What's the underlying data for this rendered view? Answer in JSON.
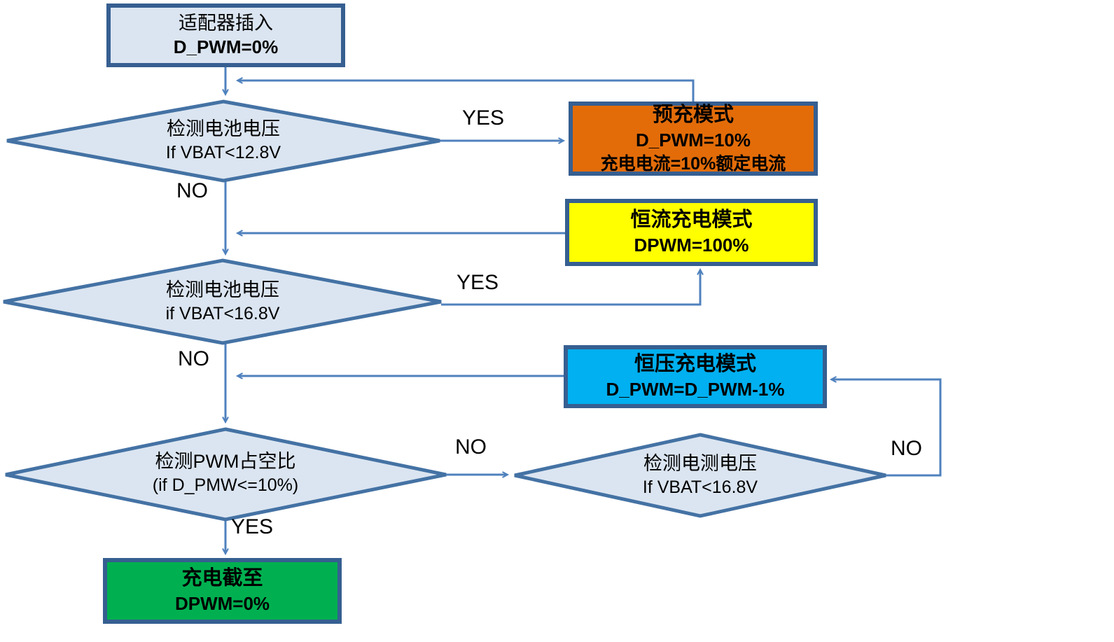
{
  "diagram": {
    "type": "flowchart",
    "nodes": {
      "start": {
        "line1": "适配器插入",
        "line2": "D_PWM=0%"
      },
      "check_12v8": {
        "line1": "检测电池电压",
        "line2": "If VBAT<12.8V"
      },
      "precharge": {
        "line1": "预充模式",
        "line2": "D_PWM=10%",
        "line3": "充电电流=10%额定电流"
      },
      "cc_mode": {
        "line1": "恒流充电模式",
        "line2": "DPWM=100%"
      },
      "check_16v8": {
        "line1": "检测电池电压",
        "line2": "if VBAT<16.8V"
      },
      "cv_mode": {
        "line1": "恒压充电模式",
        "line2": "D_PWM=D_PWM-1%"
      },
      "check_duty": {
        "line1": "检测PWM占空比",
        "line2": "(if D_PMW<=10%)"
      },
      "check_cv_16v8": {
        "line1": "检测电测电压",
        "line2": "If VBAT<16.8V"
      },
      "cutoff": {
        "line1": "充电截至",
        "line2": "DPWM=0%"
      }
    },
    "labels": {
      "yes1": "YES",
      "no1": "NO",
      "yes2": "YES",
      "no2": "NO",
      "no3": "NO",
      "no4": "NO",
      "yes3": "YES"
    },
    "colors": {
      "node_fill": "#dbe5f1",
      "precharge_fill": "#e36c09",
      "cc_fill": "#ffff00",
      "cv_fill": "#00b0f0",
      "cutoff_fill": "#00b050",
      "rect_border": "#365f91",
      "diamond_border": "#4472a4",
      "connector": "#4f81bd"
    }
  }
}
